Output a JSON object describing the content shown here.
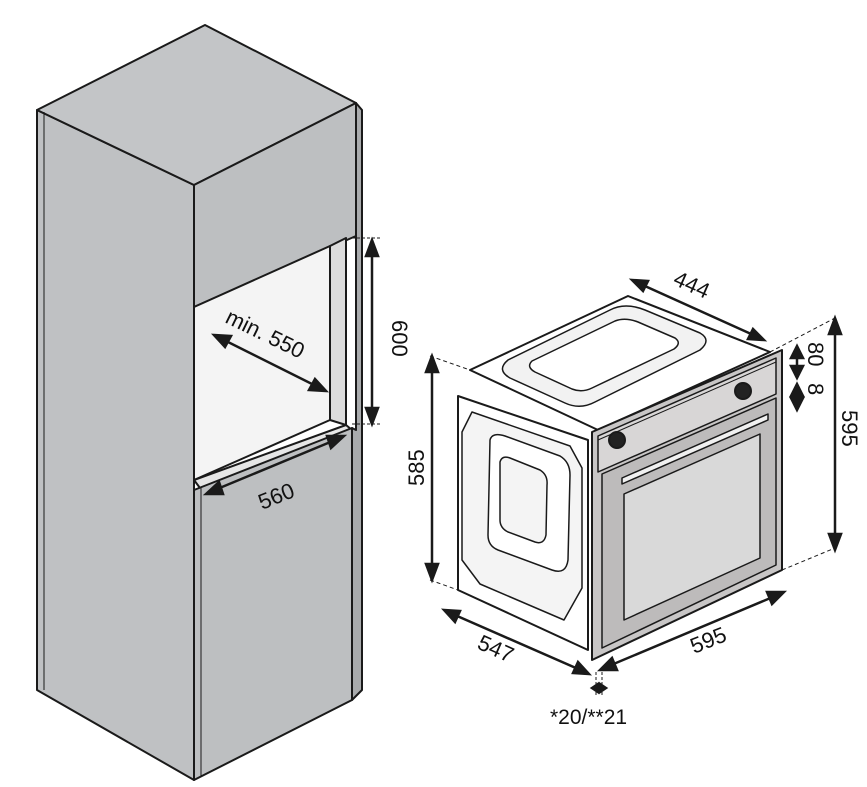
{
  "cabinet": {
    "dimensions": {
      "opening_depth": "min. 550",
      "opening_height": "600",
      "opening_width": "560"
    }
  },
  "oven": {
    "dimensions": {
      "top_depth": "444",
      "total_height": "595",
      "top_gap": "8",
      "control_panel": "80",
      "body_height": "585",
      "body_depth": "547",
      "front_width": "595",
      "door_thickness": "*20/**21"
    }
  },
  "colors": {
    "cabinet_fill": "#bfc1c3",
    "cabinet_dark": "#a9abad",
    "oven_inox": "#c8c6c6",
    "oven_glass": "#d9d9d9",
    "line": "#1a1a1a"
  }
}
